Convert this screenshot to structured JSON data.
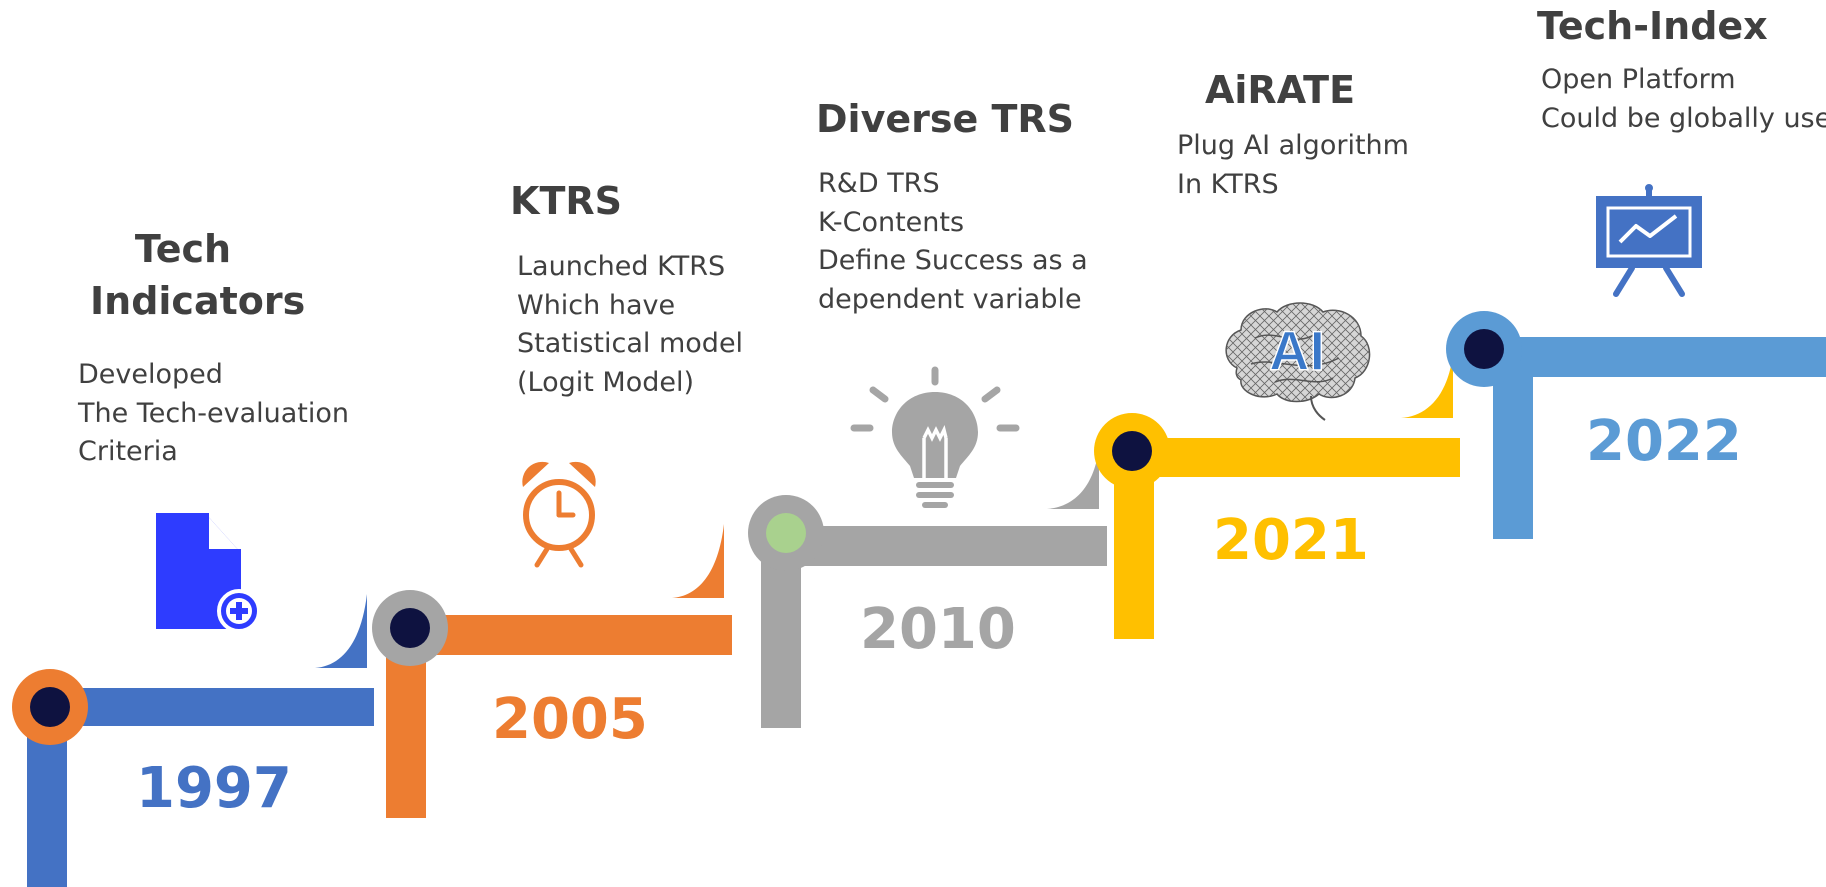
{
  "colors": {
    "blue": "#4472c4",
    "orange": "#ed7d31",
    "gray": "#a5a5a5",
    "gold": "#ffc000",
    "lightblue": "#5b9bd5",
    "navy": "#0e1240",
    "text": "#404040",
    "document_icon": "#2e3cff",
    "lightgreen": "#a9d18e"
  },
  "milestones": [
    {
      "year": "1997",
      "title_lines": [
        "Tech",
        "Indicators"
      ],
      "desc_lines": [
        "Developed",
        "The Tech-evaluation",
        "Criteria"
      ],
      "icon": "document-plus-icon"
    },
    {
      "year": "2005",
      "title_lines": [
        "KTRS"
      ],
      "desc_lines": [
        "Launched KTRS",
        "Which have",
        "Statistical model",
        "(Logit Model)"
      ],
      "icon": "alarm-clock-icon"
    },
    {
      "year": "2010",
      "title_lines": [
        "Diverse TRS"
      ],
      "desc_lines": [
        "R&D TRS",
        "K-Contents",
        "Define Success as a",
        "dependent variable"
      ],
      "icon": "lightbulb-icon"
    },
    {
      "year": "2021",
      "title_lines": [
        "AiRATE"
      ],
      "desc_lines": [
        "Plug AI algorithm",
        "In KTRS"
      ],
      "icon": "ai-brain-icon",
      "icon_text": "AI"
    },
    {
      "year": "2022",
      "title_lines": [
        "Tech-Index"
      ],
      "desc_lines": [
        "Open Platform",
        "Could be globally used"
      ],
      "icon": "presentation-board-icon"
    }
  ]
}
